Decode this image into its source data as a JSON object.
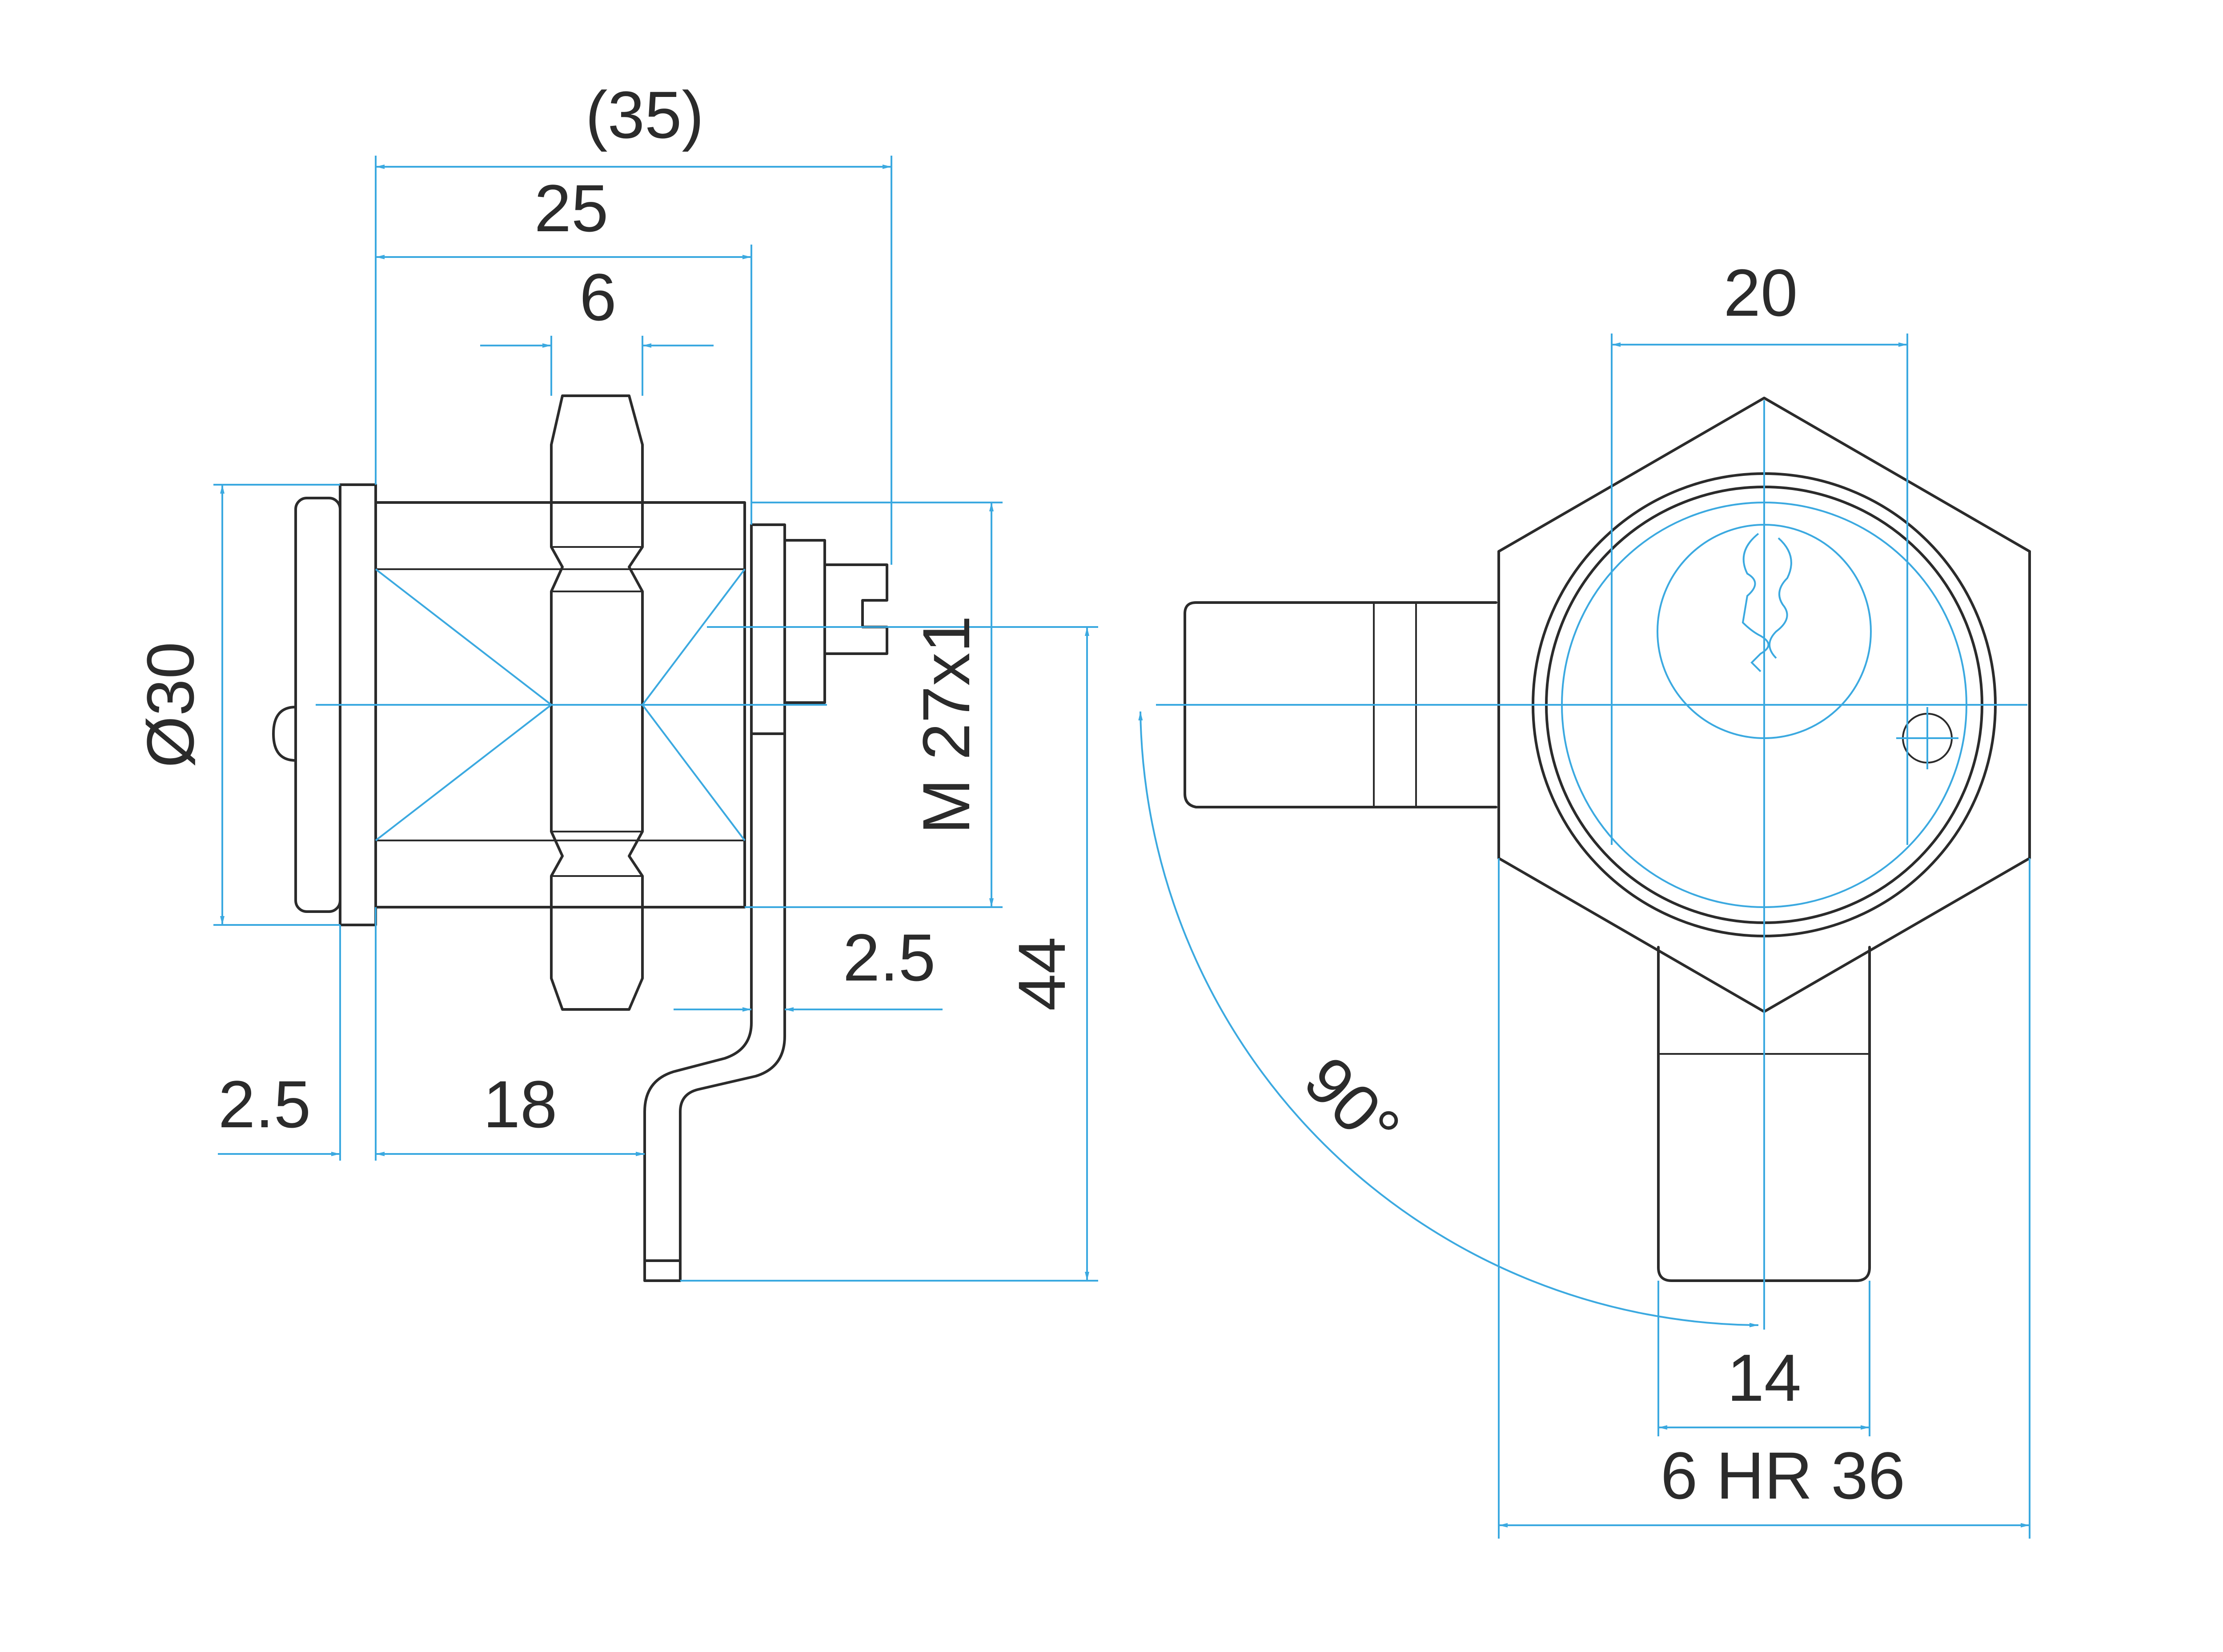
{
  "colors": {
    "part_outline": "#2b2b2b",
    "dimension_lines": "#3ba9e0",
    "background": "#ffffff"
  },
  "dimensions": {
    "overall_length": "(35)",
    "body_length": "25",
    "nut_thickness": "6",
    "diameter": "Ø30",
    "thread": "M 27x1",
    "flange_thickness": "2.5",
    "mount_length": "18",
    "cam_thickness": "2.5",
    "cam_drop": "44",
    "cylinder_width": "20",
    "rotation_angle": "90°",
    "cam_width": "14",
    "hex_nut": "6 HR 36"
  }
}
